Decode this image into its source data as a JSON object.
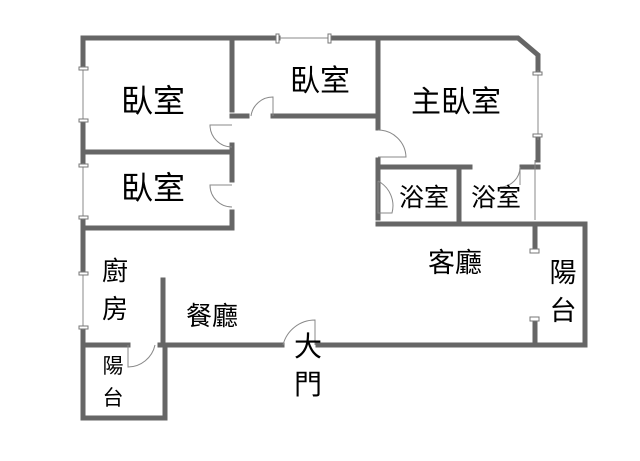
{
  "rooms": {
    "bedroom_1": "臥室",
    "bedroom_2": "臥室",
    "master_bedroom": "主臥室",
    "bedroom_3": "臥室",
    "bathroom_1": "浴室",
    "bathroom_2": "浴室",
    "living_room": "客廳",
    "balcony_right": [
      "陽",
      "台"
    ],
    "kitchen": [
      "廚",
      "房"
    ],
    "dining_room": "餐廳",
    "balcony_small": [
      "陽",
      "台"
    ],
    "main_door": [
      "大",
      "門"
    ]
  }
}
